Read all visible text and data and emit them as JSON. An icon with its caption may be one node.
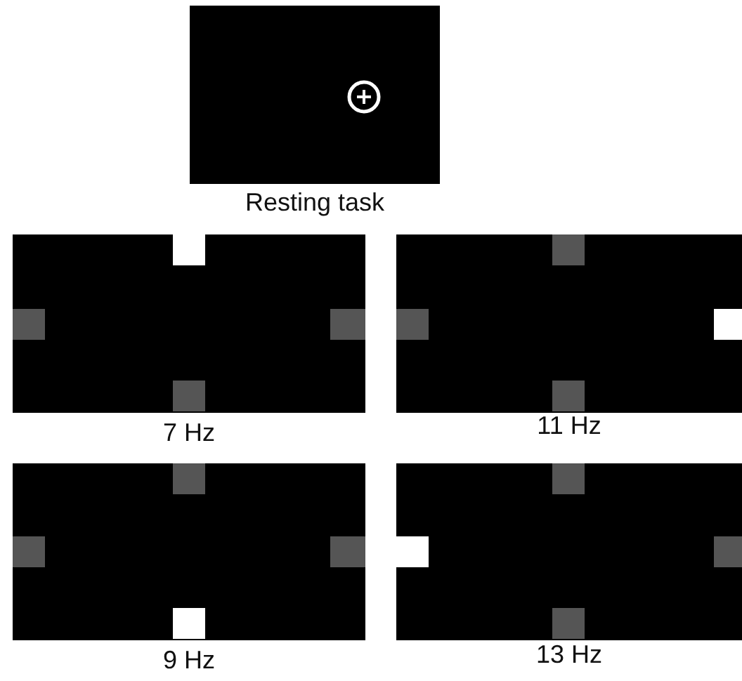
{
  "diagram": {
    "nodes": [
      {
        "text": [
          "Resting task"
        ]
      },
      {
        "text": [
          "7 Hz"
        ]
      },
      {
        "text": [
          "11 Hz"
        ]
      },
      {
        "text": [
          "9 Hz"
        ]
      },
      {
        "text": [
          "13 Hz"
        ]
      }
    ]
  }
}
